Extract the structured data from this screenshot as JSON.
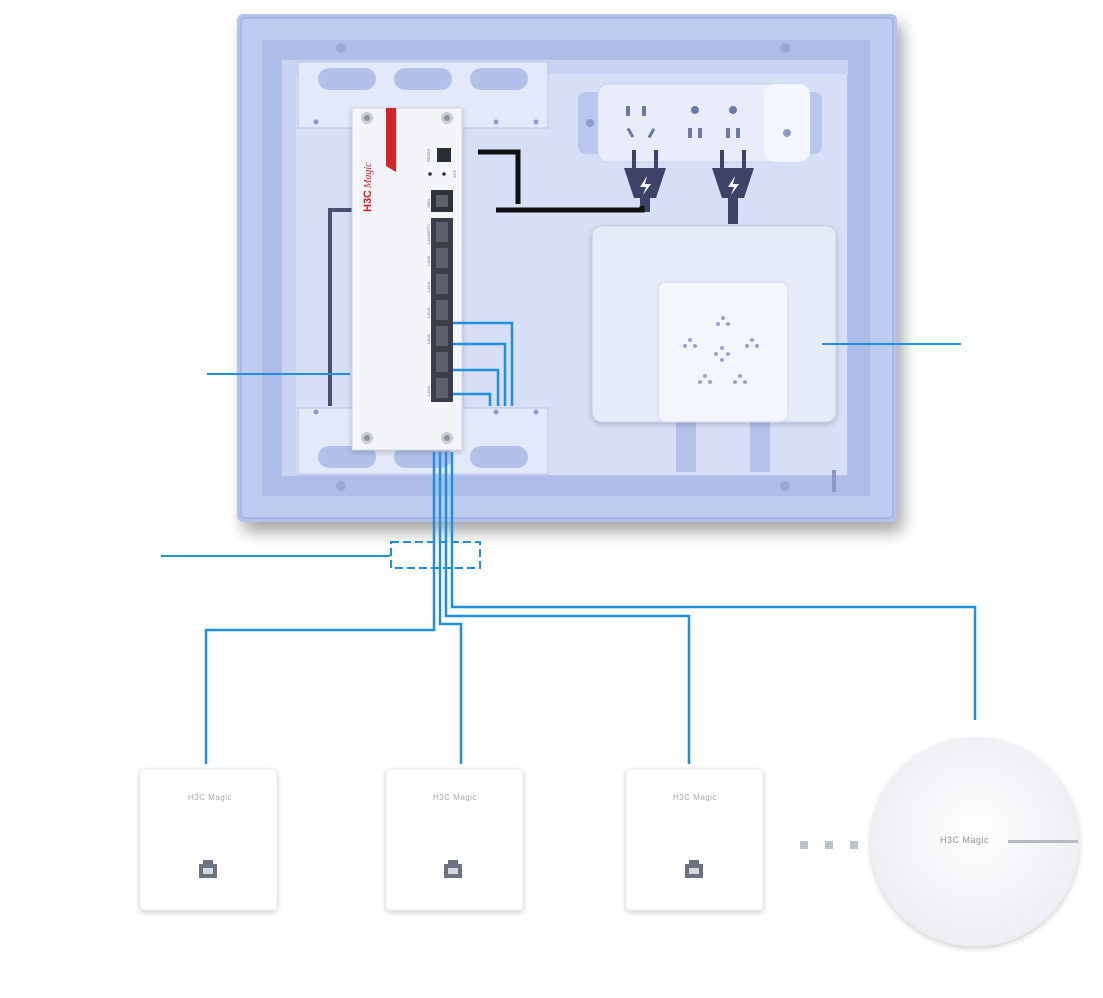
{
  "router": {
    "brand": "H3C Magic",
    "brand_prefix": "H3C",
    "brand_suffix": "Magic",
    "port_labels": [
      "WAN",
      "LAN6/IPTV",
      "LAN5",
      "LAN4",
      "LAN3",
      "LAN2",
      "LAN1"
    ],
    "indicator_labels": [
      "RESET",
      "SYS"
    ]
  },
  "access_points": [
    {
      "brand": "H3C Magic",
      "type": "panel"
    },
    {
      "brand": "H3C Magic",
      "type": "panel"
    },
    {
      "brand": "H3C Magic",
      "type": "panel"
    },
    {
      "brand": "H3C Magic",
      "type": "ceiling"
    }
  ],
  "more_indicator": "...",
  "colors": {
    "cabinet": "#a9b9e6",
    "cabinet_inner": "#d4ddf4",
    "cable_blue": "#1e90e0",
    "cable_black": "#111111",
    "brand_red": "#d8222c"
  }
}
